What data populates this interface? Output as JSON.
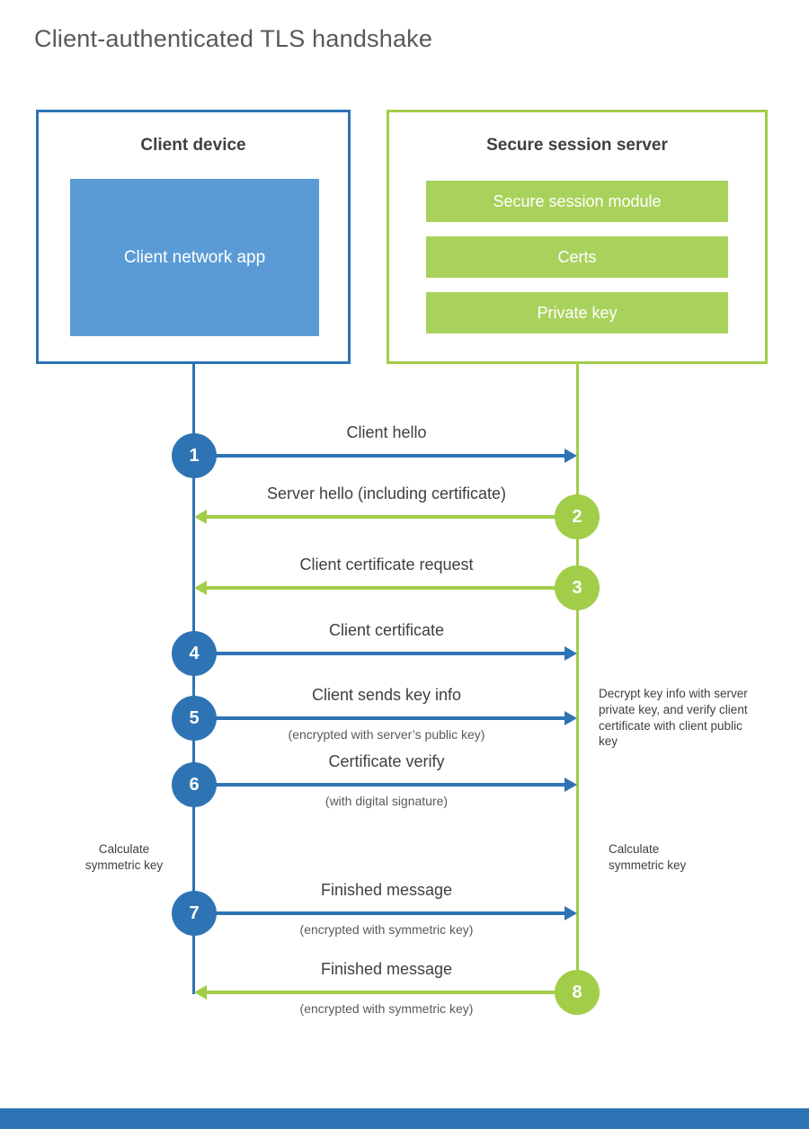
{
  "title": "Client-authenticated TLS handshake",
  "client_box": {
    "title": "Client device",
    "app_label": "Client network app"
  },
  "server_box": {
    "title": "Secure session server",
    "modules": [
      "Secure session module",
      "Certs",
      "Private key"
    ]
  },
  "steps": [
    {
      "num": "1",
      "label": "Client hello",
      "direction": "right",
      "color": "blue"
    },
    {
      "num": "2",
      "label": "Server hello (including certificate)",
      "direction": "left",
      "color": "green"
    },
    {
      "num": "3",
      "label": "Client certificate request",
      "direction": "left",
      "color": "green"
    },
    {
      "num": "4",
      "label": "Client certificate",
      "direction": "right",
      "color": "blue"
    },
    {
      "num": "5",
      "label": "Client sends key info",
      "sub": "(encrypted with server’s public key)",
      "direction": "right",
      "color": "blue"
    },
    {
      "num": "6",
      "label": "Certificate verify",
      "sub": "(with digital signature)",
      "direction": "right",
      "color": "blue"
    },
    {
      "num": "7",
      "label": "Finished message",
      "sub": "(encrypted with symmetric key)",
      "direction": "right",
      "color": "blue"
    },
    {
      "num": "8",
      "label": "Finished message",
      "sub": "(encrypted with symmetric key)",
      "direction": "left",
      "color": "green"
    }
  ],
  "notes": {
    "server_decrypt": "Decrypt key info with server private key, and verify client certificate with client public key",
    "client_calc": "Calculate symmetric key",
    "server_calc": "Calculate symmetric key"
  },
  "colors": {
    "blue": "#2e74b5",
    "blue-light": "#5b9bd5",
    "green": "#a2cd48",
    "green-light": "#a9d25c"
  }
}
